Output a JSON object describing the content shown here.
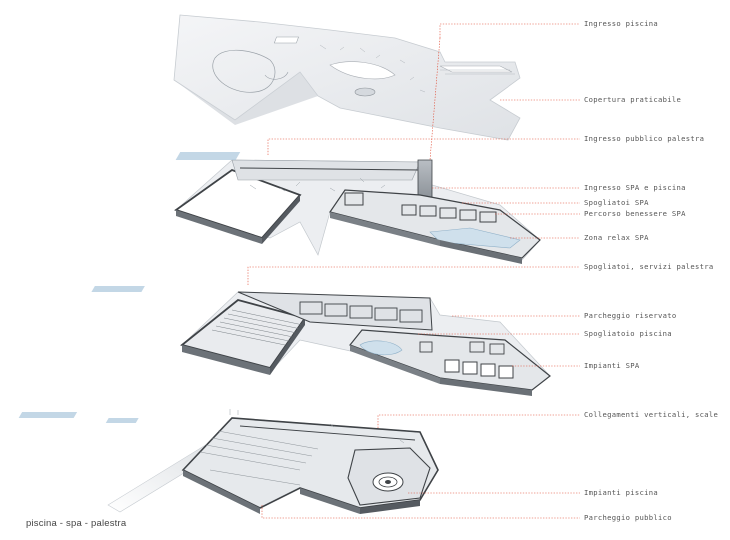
{
  "caption": "piscina - spa - palestra",
  "colors": {
    "leader": "#e0462f",
    "slab": "#e9ecef",
    "wall": "#3f4347",
    "glass": "#a9c6dc"
  },
  "labels": [
    "Ingresso piscina",
    "Copertura praticabile",
    "Ingresso pubblico palestra",
    "Ingresso SPA e piscina",
    "Spogliatoi SPA",
    "Percorso benessere SPA",
    "Zona relax SPA",
    "Spogliatoi, servizi palestra",
    "Parcheggio riservato",
    "Spogliatoio piscina",
    "Impianti SPA",
    "Collegamenti verticali, scale",
    "Impianti piscina",
    "Parcheggio pubblico"
  ]
}
